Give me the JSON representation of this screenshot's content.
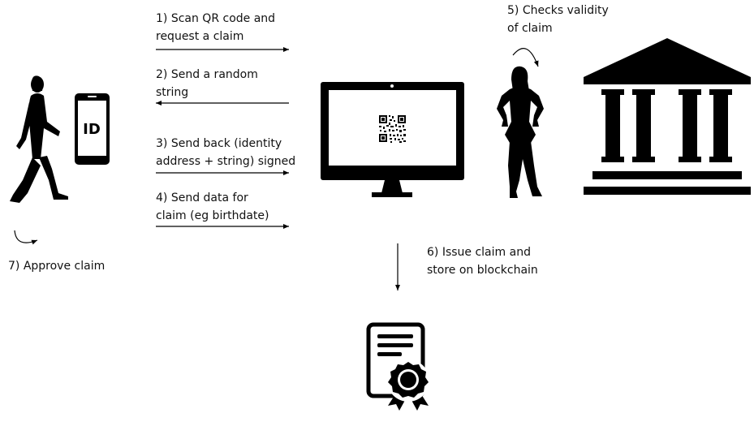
{
  "phone": {
    "badge": "ID"
  },
  "steps": {
    "step1": {
      "line1": "1) Scan QR code and",
      "line2": "request a claim"
    },
    "step2": {
      "line1": "2) Send a random",
      "line2": "string"
    },
    "step3": {
      "line1": "3) Send back (identity",
      "line2": "address + string) signed"
    },
    "step4": {
      "line1": "4) Send data for",
      "line2": "claim (eg birthdate)"
    },
    "step5": {
      "line1": "5) Checks validity",
      "line2": "of claim"
    },
    "step6": {
      "line1": "6) Issue claim and",
      "line2": "store on blockchain"
    },
    "step7": {
      "line1": "7) Approve claim"
    }
  },
  "colors": {
    "ink": "#000000",
    "background": "#ffffff"
  }
}
